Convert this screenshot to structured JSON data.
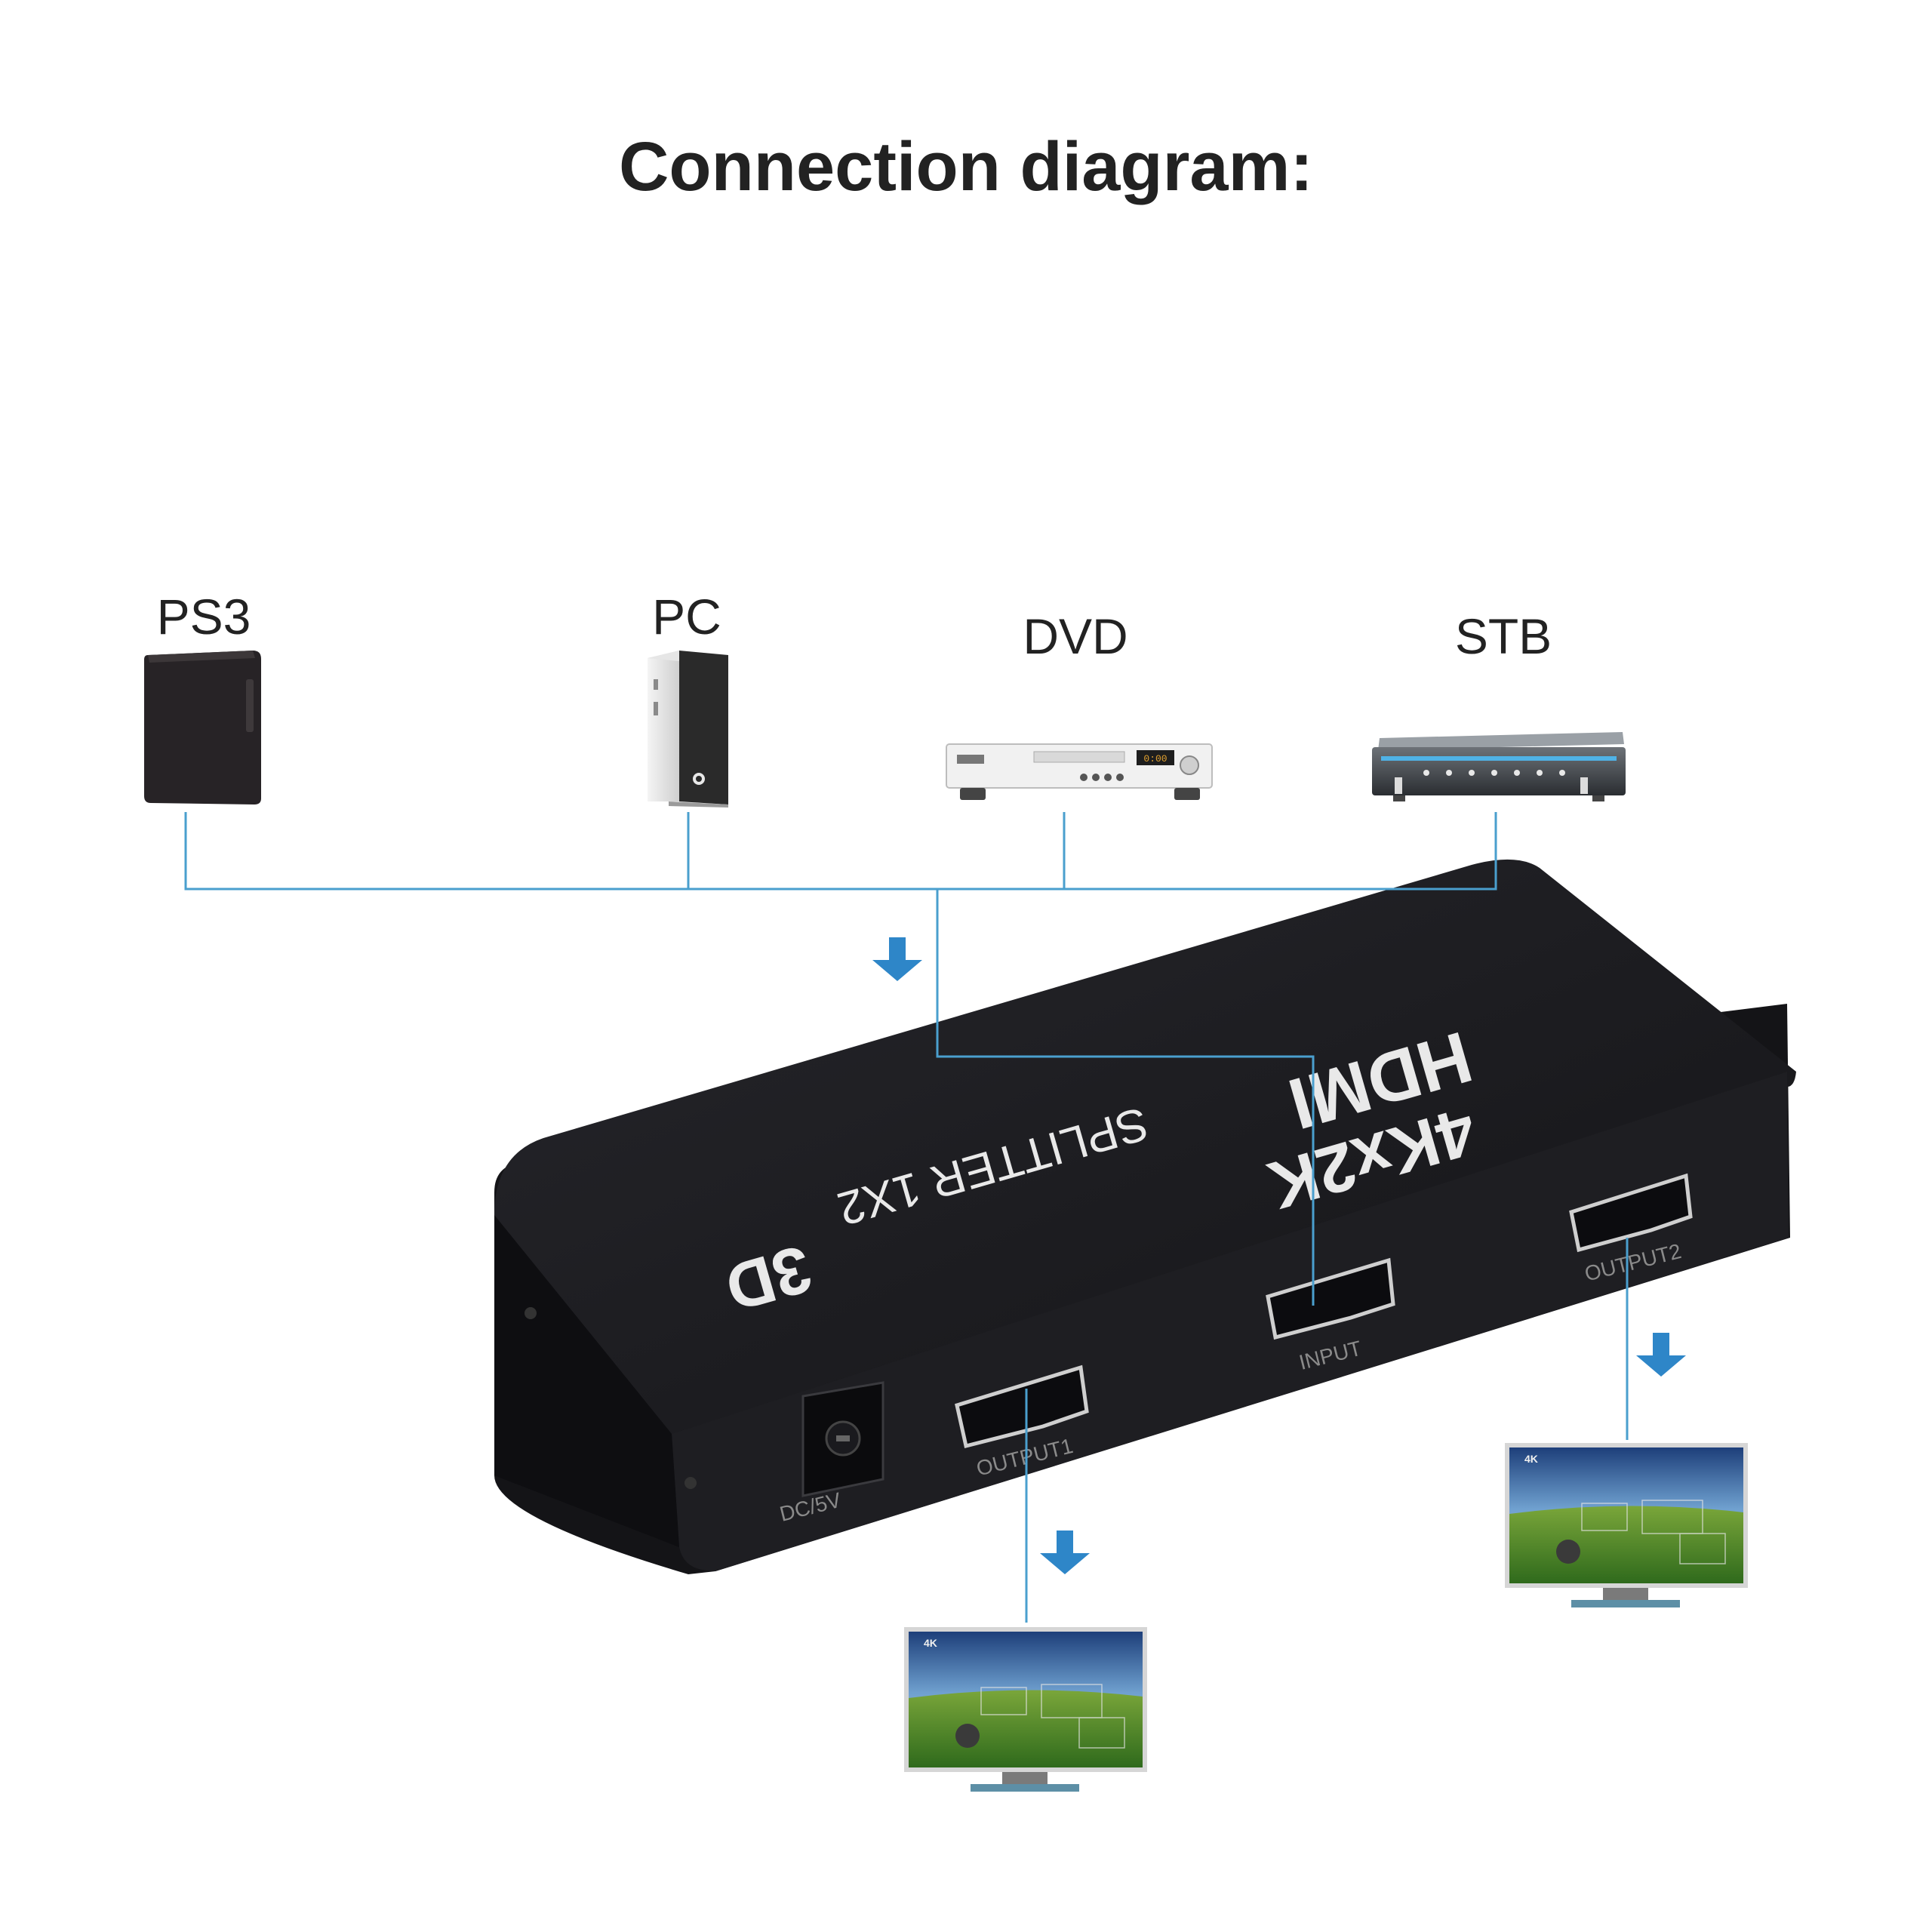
{
  "title": "Connection diagram:",
  "sources": [
    {
      "label": "PS3"
    },
    {
      "label": "PC"
    },
    {
      "label": "DVD"
    },
    {
      "label": "STB"
    }
  ],
  "dvd_display": "0:00",
  "splitter": {
    "brand": "HDMI",
    "resolution": "4Kx2K",
    "product": "SPLITTER 1X2",
    "feature": "3D",
    "ports": {
      "power": "DC/5V",
      "output1": "OUTPUT1",
      "input": "INPUT",
      "output2": "OUTPUT2"
    }
  },
  "displays": [
    {
      "badge": "4K"
    },
    {
      "badge": "4K"
    }
  ],
  "colors": {
    "line": "#4a9fce",
    "arrow": "#2e86c8",
    "device_body": "#1f1f23",
    "text": "#222222"
  }
}
